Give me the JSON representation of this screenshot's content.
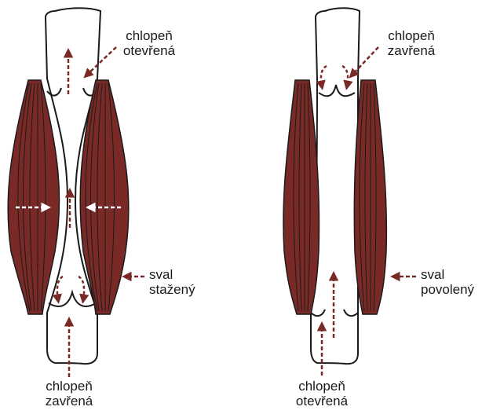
{
  "colors": {
    "muscle": "#7a2a26",
    "arrow": "#7a2a26",
    "outline": "#1a1a1a"
  },
  "left_panel": {
    "top_valve": {
      "line1": "chlopeň",
      "line2": "otevřená"
    },
    "muscle": {
      "line1": "sval",
      "line2": "stažený"
    },
    "bottom_valve": {
      "line1": "chlopeň",
      "line2": "zavřená"
    }
  },
  "right_panel": {
    "top_valve": {
      "line1": "chlopeň",
      "line2": "zavřená"
    },
    "muscle": {
      "line1": "sval",
      "line2": "povolený"
    },
    "bottom_valve": {
      "line1": "chlopeň",
      "line2": "otevřená"
    }
  }
}
